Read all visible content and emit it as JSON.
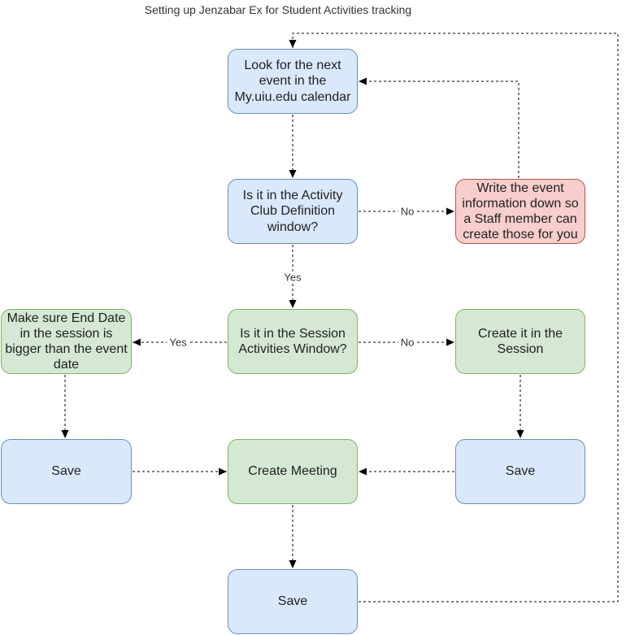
{
  "title": "Setting up Jenzabar Ex for Student Activities tracking",
  "colors": {
    "blue-fill": "#dae8fc",
    "blue-stroke": "#6c8ebf",
    "green-fill": "#d5e8d4",
    "green-stroke": "#82b366",
    "red-fill": "#f8cecc",
    "red-stroke": "#b85450",
    "edge": "#000000",
    "text": "#1f1f1f"
  },
  "nodes": {
    "look_event": {
      "label": "Look for the next event in the My.uiu.edu calendar",
      "color": "blue"
    },
    "activity_club": {
      "label": "Is it in the Activity Club Definition window?",
      "color": "blue"
    },
    "write_info": {
      "label": "Write the event information down so a Staff member can create those for you",
      "color": "red"
    },
    "session_window": {
      "label": "Is it in the Session Activities Window?",
      "color": "green"
    },
    "end_date": {
      "label": "Make sure End Date in the session is bigger than the event date",
      "color": "green"
    },
    "create_session": {
      "label": "Create it in the Session",
      "color": "green"
    },
    "save_left": {
      "label": "Save",
      "color": "blue"
    },
    "create_meeting": {
      "label": "Create Meeting",
      "color": "green"
    },
    "save_right": {
      "label": "Save",
      "color": "blue"
    },
    "save_bottom": {
      "label": "Save",
      "color": "blue"
    }
  },
  "edge_labels": {
    "activity_no": "No",
    "activity_yes": "Yes",
    "session_yes": "Yes",
    "session_no": "No"
  }
}
